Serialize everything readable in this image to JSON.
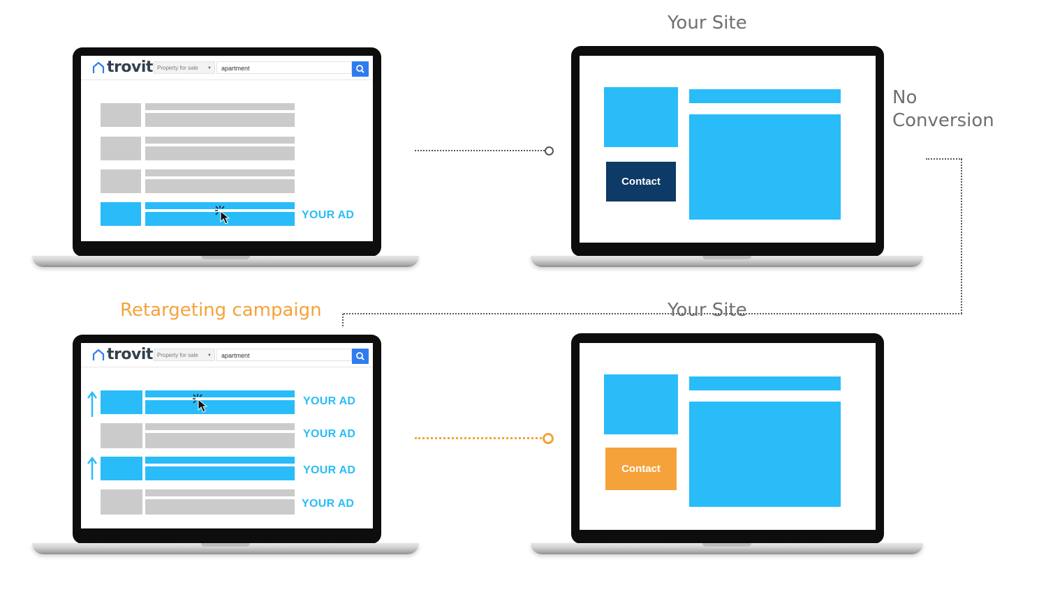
{
  "captions": {
    "your_site_top": "Your Site",
    "no_conversion_line1": "No",
    "no_conversion_line2": "Conversion",
    "retargeting": "Retargeting campaign",
    "your_site_bottom": "Your Site"
  },
  "trovit": {
    "logo_text": "trovit",
    "select_value": "Property for sale",
    "search_value": "apartment"
  },
  "ads": {
    "top_label": "YOUR AD",
    "bottom_labels": [
      "YOUR AD",
      "YOUR AD",
      "YOUR AD",
      "YOUR AD"
    ]
  },
  "site": {
    "contact_label_top": "Contact",
    "contact_label_bottom": "Contact"
  },
  "colors": {
    "ad_blue": "#29bcf9",
    "contact_dark": "#0d3a66",
    "contact_orange": "#f5a23a",
    "text_gray": "#6f6f6f",
    "accent_orange": "#f5a23a"
  }
}
